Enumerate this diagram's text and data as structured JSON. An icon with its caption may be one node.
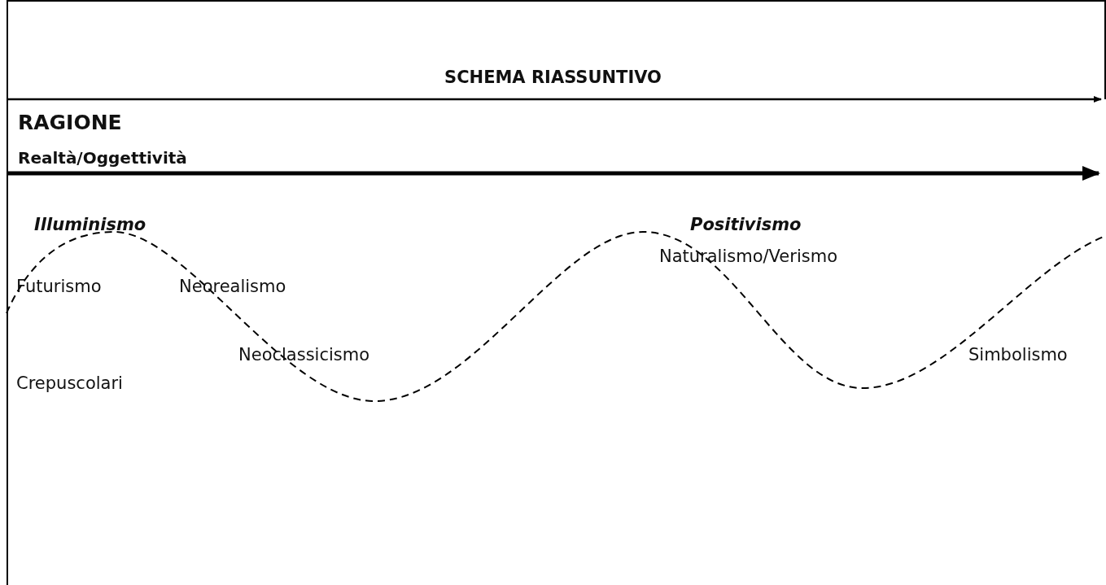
{
  "diagram": {
    "title": "SCHEMA RIASSUNTIVO",
    "labels": [
      "RAGIONE",
      "Realtà/Oggettività",
      "Illuminismo",
      "Positivismo",
      "Naturalismo/Verismo",
      "Futurismo",
      "Neorealismo",
      "Neoclassicismo",
      "Simbolismo",
      "Crepuscolari"
    ]
  }
}
